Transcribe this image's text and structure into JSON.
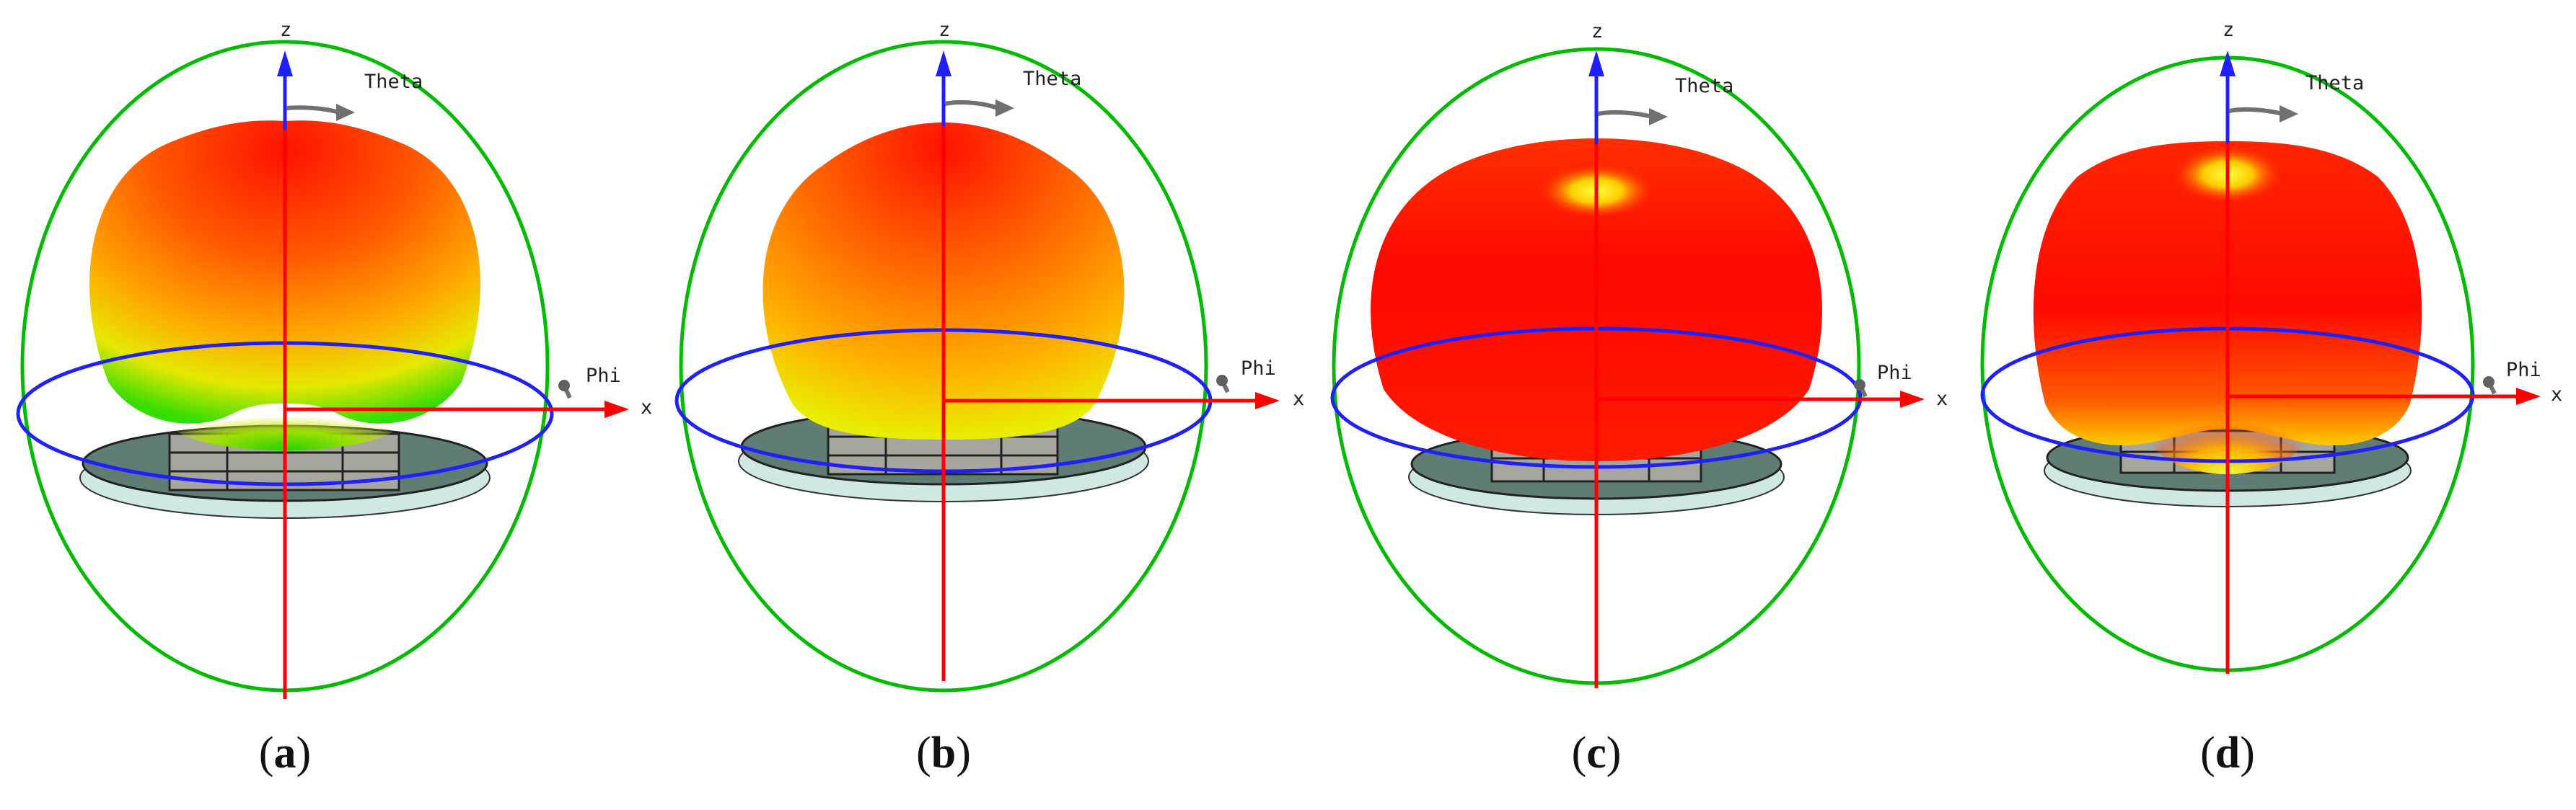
{
  "axis_labels": {
    "z": "z",
    "x": "x",
    "theta": "Theta",
    "phi": "Phi"
  },
  "panels": [
    {
      "id": "a",
      "caption_open": "(",
      "caption_letter": "a",
      "caption_close": ")",
      "pattern": "broadside-dome",
      "top_color": "#ff1a00",
      "bottom_color": "#33dd00"
    },
    {
      "id": "b",
      "caption_open": "(",
      "caption_letter": "b",
      "caption_close": ")",
      "pattern": "broadside-dome",
      "top_color": "#ff1a00",
      "bottom_color": "#e8ee00"
    },
    {
      "id": "c",
      "caption_open": "(",
      "caption_letter": "c",
      "caption_close": ")",
      "pattern": "conical-null",
      "top_color": "#ff0000",
      "bottom_color": "#ff1a00"
    },
    {
      "id": "d",
      "caption_open": "(",
      "caption_letter": "d",
      "caption_close": ")",
      "pattern": "conical-null",
      "top_color": "#ff0000",
      "bottom_color": "#ffee00"
    }
  ],
  "colors": {
    "z_axis": "#2020ff",
    "x_axis": "#ff0000",
    "theta_circle": "#00bb00",
    "phi_circle": "#2020ff",
    "ground_plane": "#5f7d73",
    "patch_array": "#a6a59e",
    "arrow_gray": "#707070"
  }
}
